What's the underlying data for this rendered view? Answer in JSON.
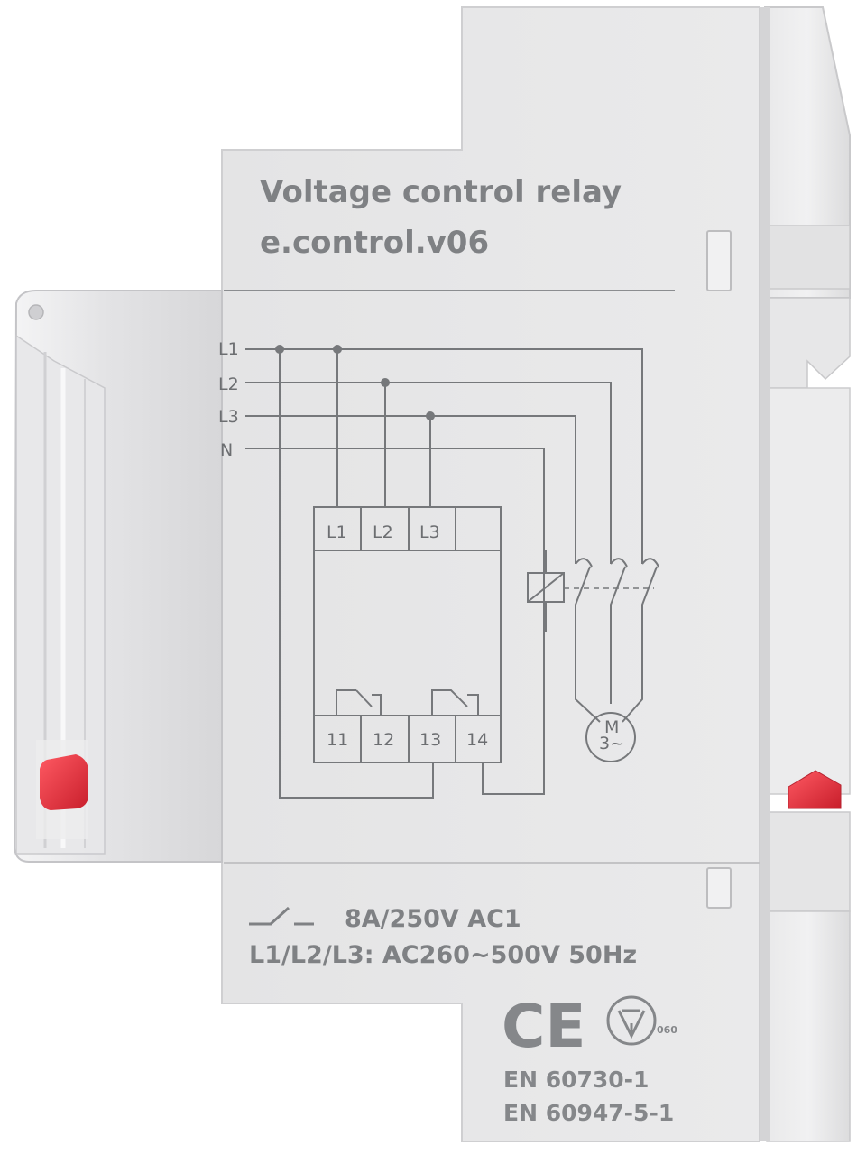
{
  "device": {
    "title": "Voltage control relay",
    "model": "e.control.v06"
  },
  "diagram": {
    "lines": [
      "L1",
      "L2",
      "L3",
      "N"
    ],
    "inputs": [
      "L1",
      "L2",
      "L3"
    ],
    "outputs": [
      "11",
      "12",
      "13",
      "14"
    ],
    "motor": [
      "M",
      "3~"
    ]
  },
  "ratings": {
    "contact": "8A/250V  AC1",
    "supply": "L1/L2/L3: AC260~500V 50Hz"
  },
  "certifications": {
    "marks": [
      "CE",
      "060"
    ],
    "standards": [
      "EN 60730-1",
      "EN 60947-5-1"
    ]
  },
  "colors": {
    "housing": "#e6e6e7",
    "engraving": "#7f8184",
    "indicator": "#e8323f"
  }
}
